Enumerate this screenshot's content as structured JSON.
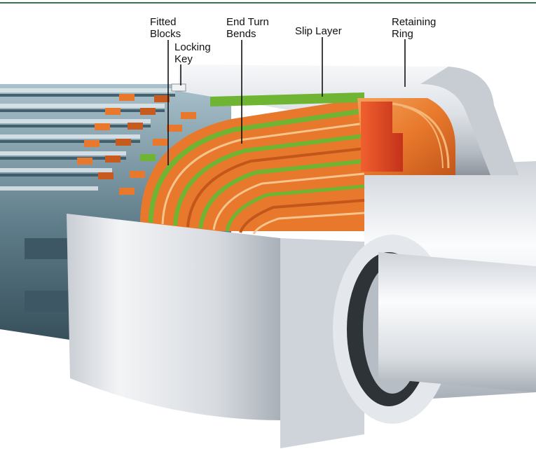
{
  "labels": {
    "fitted_blocks": [
      "Fitted",
      "Blocks"
    ],
    "locking_key": [
      "Locking",
      "Key"
    ],
    "end_turn_bends": [
      "End Turn",
      "Bends"
    ],
    "slip_layer": "Slip Layer",
    "retaining_ring": [
      "Retaining",
      "Ring"
    ]
  },
  "colors": {
    "copper": "#e8792c",
    "copper_dark": "#c75a1e",
    "insulation_green": "#6fb533",
    "retaining_red": "#d8381e",
    "steel_light": "#eef0f2",
    "steel_mid": "#b8bec6",
    "rotor_body": "#6f8d9a",
    "top_rule": "#2f7a52"
  }
}
